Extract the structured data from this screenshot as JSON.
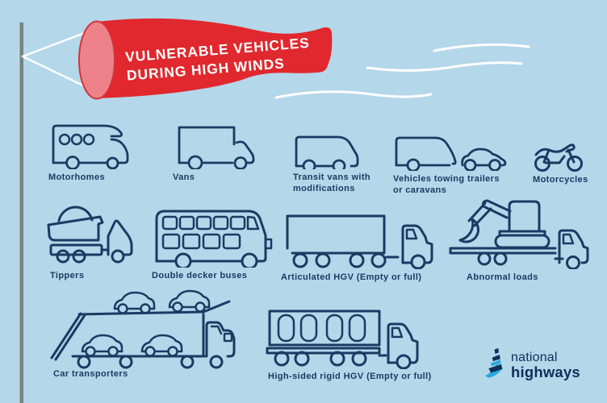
{
  "colors": {
    "background": "#b4d7ea",
    "line_navy": "#1b3a63",
    "banner_red": "#e0282e",
    "banner_pink": "#ee828a",
    "banner_rim": "#d4343a",
    "rope_white": "#ffffff",
    "pole_grey": "#6f8587",
    "logo_blue": "#29a8e0",
    "logo_navy": "#0e2f5a"
  },
  "banner": {
    "title_line1": "VULNERABLE VEHICLES",
    "title_line2": "DURING HIGH WINDS"
  },
  "vehicles": [
    {
      "name": "motorhomes",
      "label": "Motorhomes",
      "icon": "motorhome-icon"
    },
    {
      "name": "vans",
      "label": "Vans",
      "icon": "box-van-icon"
    },
    {
      "name": "transit-vans",
      "label": "Transit vans with modifications",
      "icon": "transit-van-icon"
    },
    {
      "name": "towing",
      "label": "Vehicles towing trailers or caravans",
      "icon": "vehicle-towing-caravan-icon"
    },
    {
      "name": "motorcycles",
      "label": "Motorcycles",
      "icon": "motorcycle-icon"
    },
    {
      "name": "tippers",
      "label": "Tippers",
      "icon": "tipper-truck-icon"
    },
    {
      "name": "double-decker-buses",
      "label": "Double decker buses",
      "icon": "double-decker-bus-icon"
    },
    {
      "name": "articulated-hgv",
      "label": "Articulated HGV (Empty or full)",
      "icon": "articulated-hgv-icon"
    },
    {
      "name": "abnormal-loads",
      "label": "Abnormal loads",
      "icon": "low-loader-excavator-icon"
    },
    {
      "name": "car-transporters",
      "label": "Car transporters",
      "icon": "car-transporter-icon"
    },
    {
      "name": "high-sided-rigid-hgv",
      "label": "High-sided rigid HGV (Empty or full)",
      "icon": "high-sided-hgv-icon"
    }
  ],
  "logo": {
    "line1": "national",
    "line2": "highways"
  }
}
